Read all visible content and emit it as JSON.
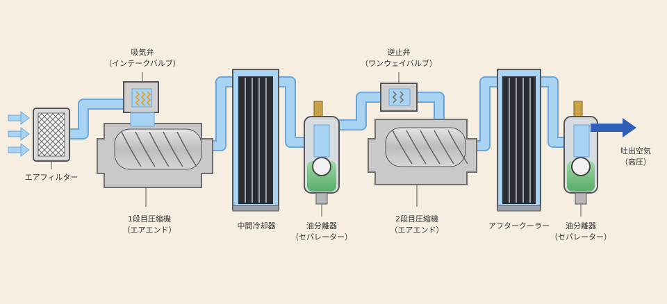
{
  "labels": {
    "intake_valve": {
      "name": "吸気弁",
      "sub": "（インテークバルブ）"
    },
    "check_valve": {
      "name": "逆止弁",
      "sub": "（ワンウェイバルブ）"
    },
    "air_filter": {
      "name": "エアフィルター"
    },
    "stage1_airend": {
      "name": "1段目圧縮機",
      "sub": "（エアエンド）"
    },
    "intercooler": {
      "name": "中間冷却器"
    },
    "separator1": {
      "name": "油分離器",
      "sub": "（セパレーター）"
    },
    "stage2_airend": {
      "name": "2段目圧縮機",
      "sub": "（エアエンド）"
    },
    "aftercooler": {
      "name": "アフタークーラー"
    },
    "separator2": {
      "name": "油分離器",
      "sub": "（セパレーター）"
    },
    "discharge": {
      "name": "吐出空気",
      "sub": "（高圧）"
    }
  },
  "colors": {
    "background": "#f6efe1",
    "air_pipe": "#a9d3f3",
    "air_pipe_edge": "#6aa6d8",
    "outlet_arrow": "#2f5fb8",
    "oil": "#7cc68a",
    "machine_body": "#c9c9c9",
    "machine_edge": "#6d6d6d",
    "cooler_core": "#2b2d33",
    "valve_spring": "#e3a33b",
    "gauge_brass": "#c9a24a"
  }
}
